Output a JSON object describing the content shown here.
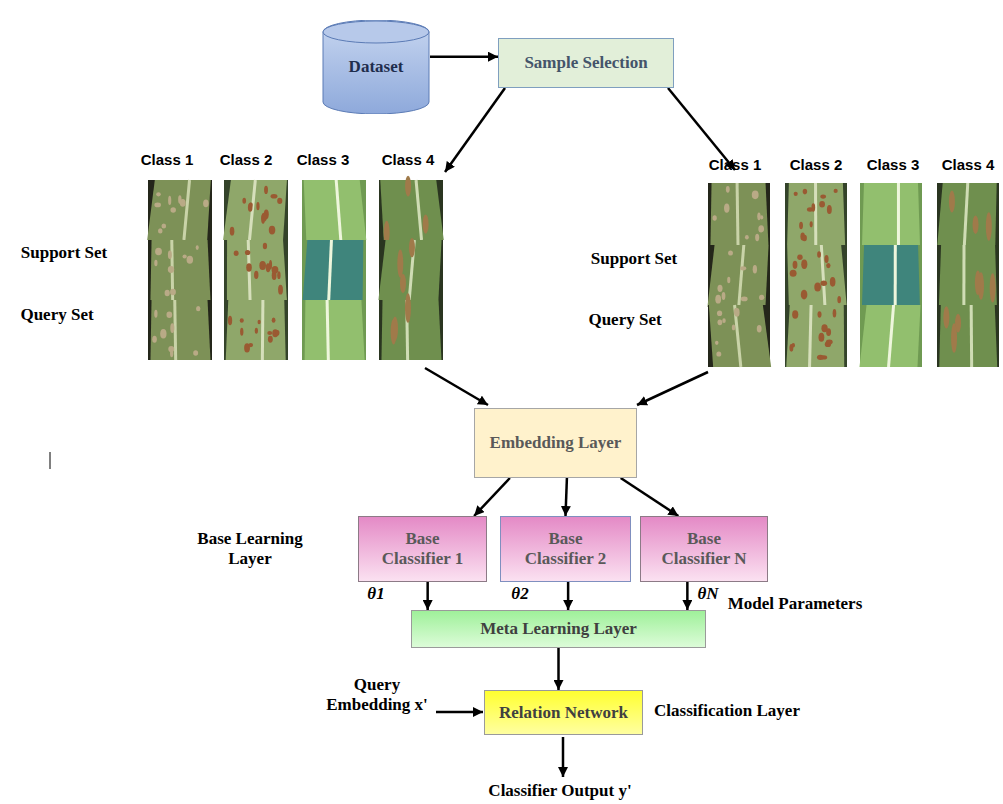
{
  "diagram": {
    "nodes": [
      {
        "text": [
          "Dataset"
        ]
      },
      {
        "text": [
          "Sample Selection"
        ]
      },
      {
        "text": [
          "Embedding Layer"
        ]
      },
      {
        "text": [
          "Base Classifier 1"
        ]
      },
      {
        "text": [
          "Base Classifier 2"
        ]
      },
      {
        "text": [
          "Base Classifier N"
        ]
      },
      {
        "text": [
          "Meta Learning Layer"
        ]
      },
      {
        "text": [
          "Relation Network"
        ]
      }
    ],
    "edges": [
      {
        "from": 0,
        "to": 1,
        "arrow": "to"
      },
      {
        "from": 2,
        "to": 3,
        "arrow": "to"
      },
      {
        "from": 2,
        "to": 4,
        "arrow": "to"
      },
      {
        "from": 2,
        "to": 5,
        "arrow": "to"
      },
      {
        "from": 3,
        "to": 6,
        "label": "θ1",
        "arrow": "to"
      },
      {
        "from": 4,
        "to": 6,
        "label": "θ2",
        "arrow": "to"
      },
      {
        "from": 5,
        "to": 6,
        "label": "θN",
        "arrow": "to"
      },
      {
        "from": 6,
        "to": 7,
        "arrow": "to"
      }
    ],
    "labels": [
      "Class 1",
      "Class 2",
      "Class 3",
      "Class 4",
      "Support Set",
      "Query Set",
      "Class 1",
      "Class 2",
      "Class 3",
      "Class 4",
      "Support Set",
      "Query Set",
      "Base Learning Layer",
      "Model Parameters",
      "Query Embedding x'",
      "Classification Layer",
      "Classifier Output y'"
    ]
  }
}
